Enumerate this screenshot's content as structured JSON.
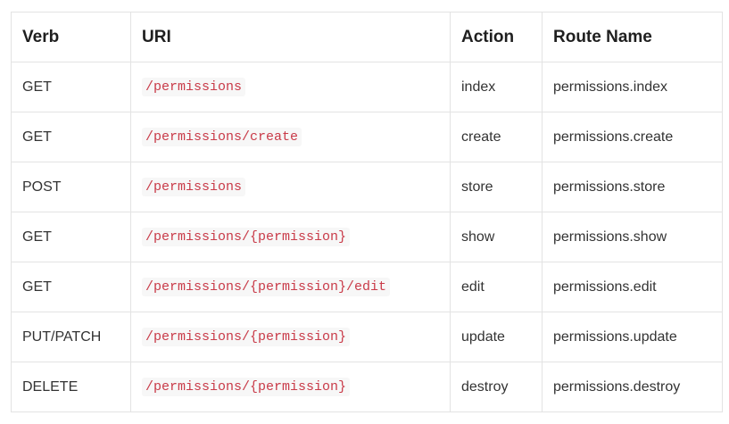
{
  "table": {
    "headers": {
      "verb": "Verb",
      "uri": "URI",
      "action": "Action",
      "route_name": "Route Name"
    },
    "rows": [
      {
        "verb": "GET",
        "uri": "/permissions",
        "action": "index",
        "route_name": "permissions.index"
      },
      {
        "verb": "GET",
        "uri": "/permissions/create",
        "action": "create",
        "route_name": "permissions.create"
      },
      {
        "verb": "POST",
        "uri": "/permissions",
        "action": "store",
        "route_name": "permissions.store"
      },
      {
        "verb": "GET",
        "uri": "/permissions/{permission}",
        "action": "show",
        "route_name": "permissions.show"
      },
      {
        "verb": "GET",
        "uri": "/permissions/{permission}/edit",
        "action": "edit",
        "route_name": "permissions.edit"
      },
      {
        "verb": "PUT/PATCH",
        "uri": "/permissions/{permission}",
        "action": "update",
        "route_name": "permissions.update"
      },
      {
        "verb": "DELETE",
        "uri": "/permissions/{permission}",
        "action": "destroy",
        "route_name": "permissions.destroy"
      }
    ]
  },
  "colors": {
    "uri_text": "#c93a48",
    "uri_background": "#f7f7f7",
    "border": "#e3e3e3"
  }
}
